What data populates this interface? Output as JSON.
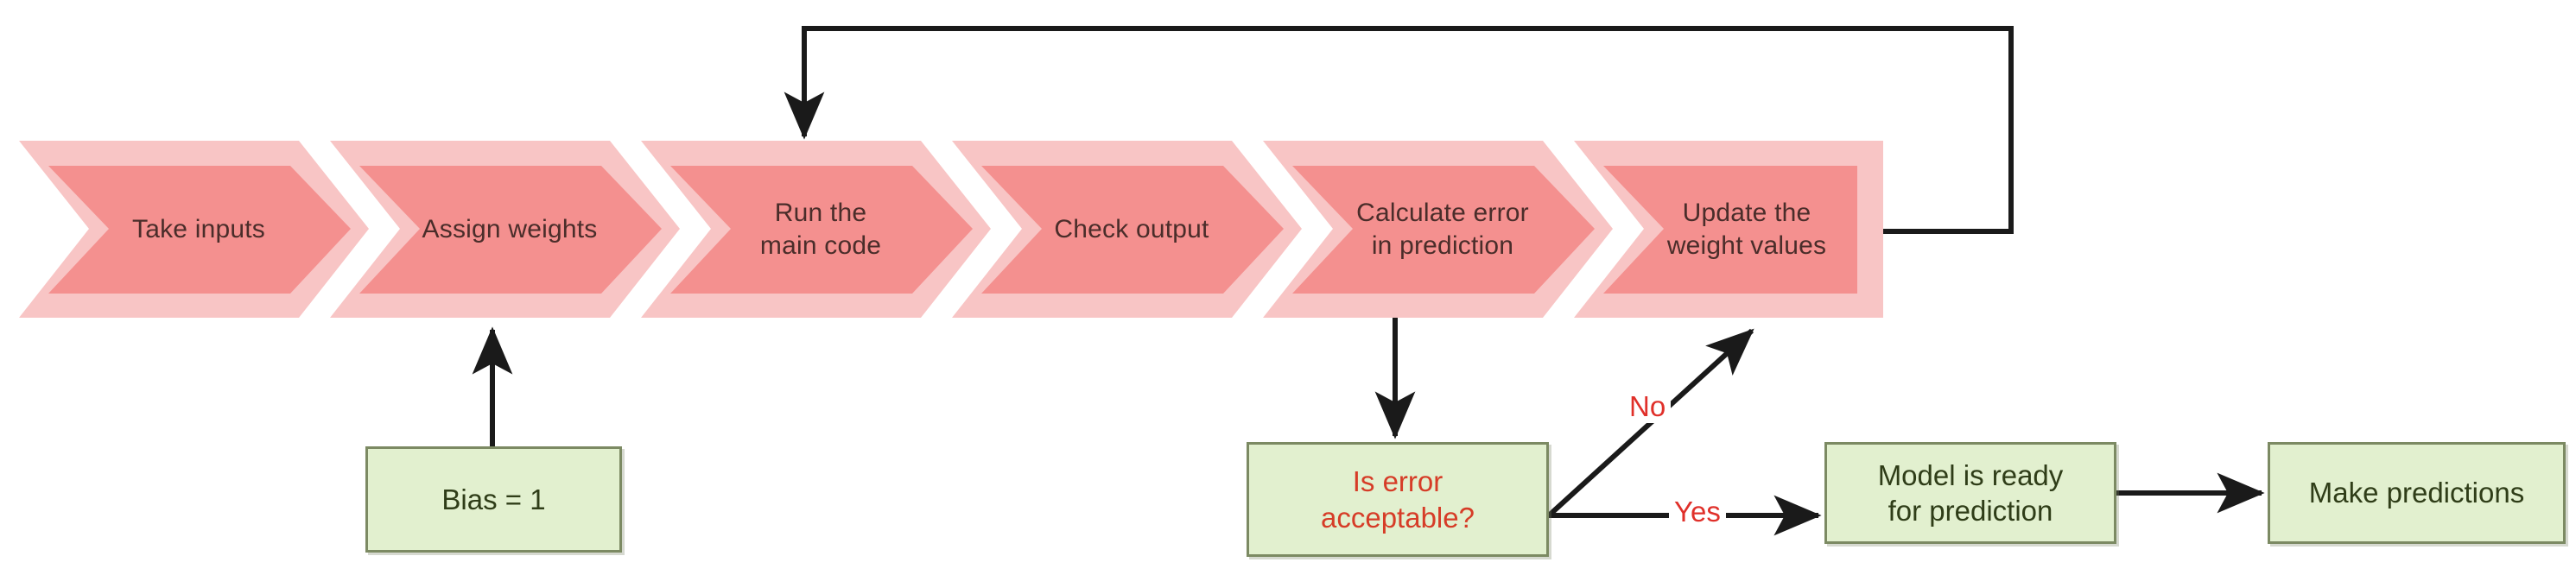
{
  "diagram": {
    "title": "Neural network training loop flowchart",
    "colors": {
      "chevron_outer": "#f8c5c5",
      "chevron_inner": "#f4908f",
      "chevron_text": "#4a2d2a",
      "box_fill": "#e2f0cf",
      "box_border": "#7c8a63",
      "box_text": "#2f3d18",
      "decision_text": "#d63c27",
      "edge_label_text": "#e0302a",
      "arrow": "#1a1a1a",
      "background": "#ffffff"
    },
    "process_steps": [
      {
        "id": "take-inputs",
        "label": "Take inputs"
      },
      {
        "id": "assign-weights",
        "label": "Assign weights"
      },
      {
        "id": "run-main-code",
        "label": "Run the\nmain code"
      },
      {
        "id": "check-output",
        "label": "Check output"
      },
      {
        "id": "calculate-error",
        "label": "Calculate error\nin prediction"
      },
      {
        "id": "update-weights",
        "label": "Update the\nweight values"
      }
    ],
    "boxes": [
      {
        "id": "bias",
        "label": "Bias = 1"
      },
      {
        "id": "is-error-acceptable",
        "label": "Is error\nacceptable?"
      },
      {
        "id": "model-ready",
        "label": "Model is ready\nfor prediction"
      },
      {
        "id": "make-predictions",
        "label": "Make predictions"
      }
    ],
    "edge_labels": [
      {
        "id": "no",
        "label": "No"
      },
      {
        "id": "yes",
        "label": "Yes"
      }
    ]
  }
}
